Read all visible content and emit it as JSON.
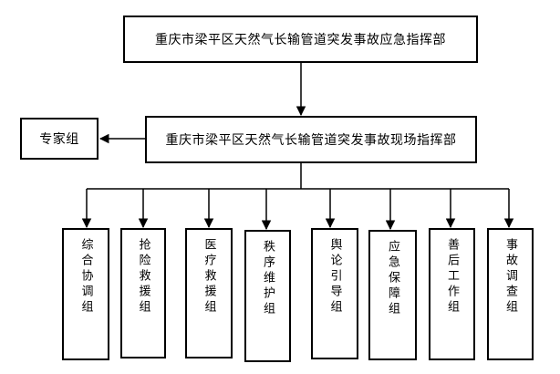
{
  "top_box": {
    "label": "重庆市梁平区天然气长输管道突发事故应急指挥部"
  },
  "site_box": {
    "label": "重庆市梁平区天然气长输管道突发事故现场指挥部"
  },
  "expert_box": {
    "label": "专家组"
  },
  "groups": [
    {
      "label": "综合协调组"
    },
    {
      "label": "抢险救援组"
    },
    {
      "label": "医疗救援组"
    },
    {
      "label": "秩序维护组"
    },
    {
      "label": "舆论引导组"
    },
    {
      "label": "应急保障组"
    },
    {
      "label": "善后工作组"
    },
    {
      "label": "事故调查组"
    }
  ]
}
